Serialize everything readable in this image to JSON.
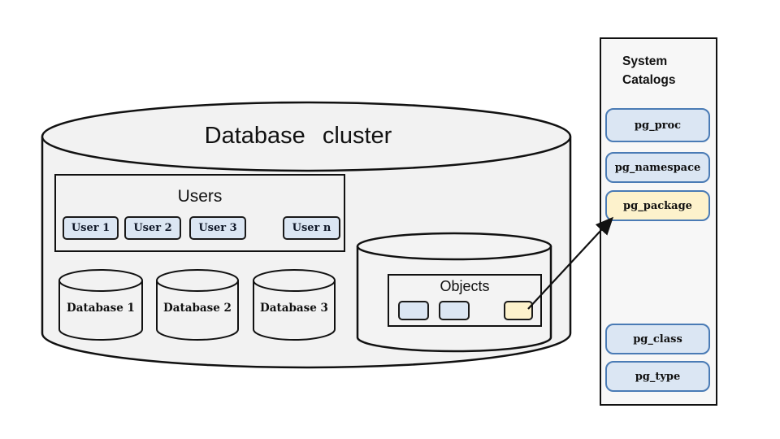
{
  "diagram": {
    "cluster_title": "Database cluster",
    "users": {
      "title": "Users",
      "buttons": [
        "User 1",
        "User 2",
        "User 3",
        "User n"
      ]
    },
    "databases": [
      "Database 1",
      "Database 2",
      "Database 3"
    ],
    "objects": {
      "title": "Objects",
      "chips": [
        {
          "color": "blue"
        },
        {
          "color": "blue"
        },
        {
          "color": "yellow"
        }
      ]
    },
    "system_catalogs": {
      "title_line1": "System",
      "title_line2": "Catalogs",
      "buttons": [
        {
          "label": "pg_proc",
          "highlight": false
        },
        {
          "label": "pg_namespace",
          "highlight": false
        },
        {
          "label": "pg_package",
          "highlight": true
        },
        {
          "label": "pg_class",
          "highlight": false
        },
        {
          "label": "pg_type",
          "highlight": false
        }
      ]
    },
    "connector": {
      "from": "object-chip-yellow",
      "to": "pg_package"
    }
  },
  "colors": {
    "outline": "#111111",
    "cylinder_fill": "#f2f2f2",
    "panel_fill": "#f7f7f7",
    "chip_blue": "#dbe6f3",
    "chip_yellow": "#fdf2cc",
    "catalog_border_blue": "#4a7bb5"
  }
}
